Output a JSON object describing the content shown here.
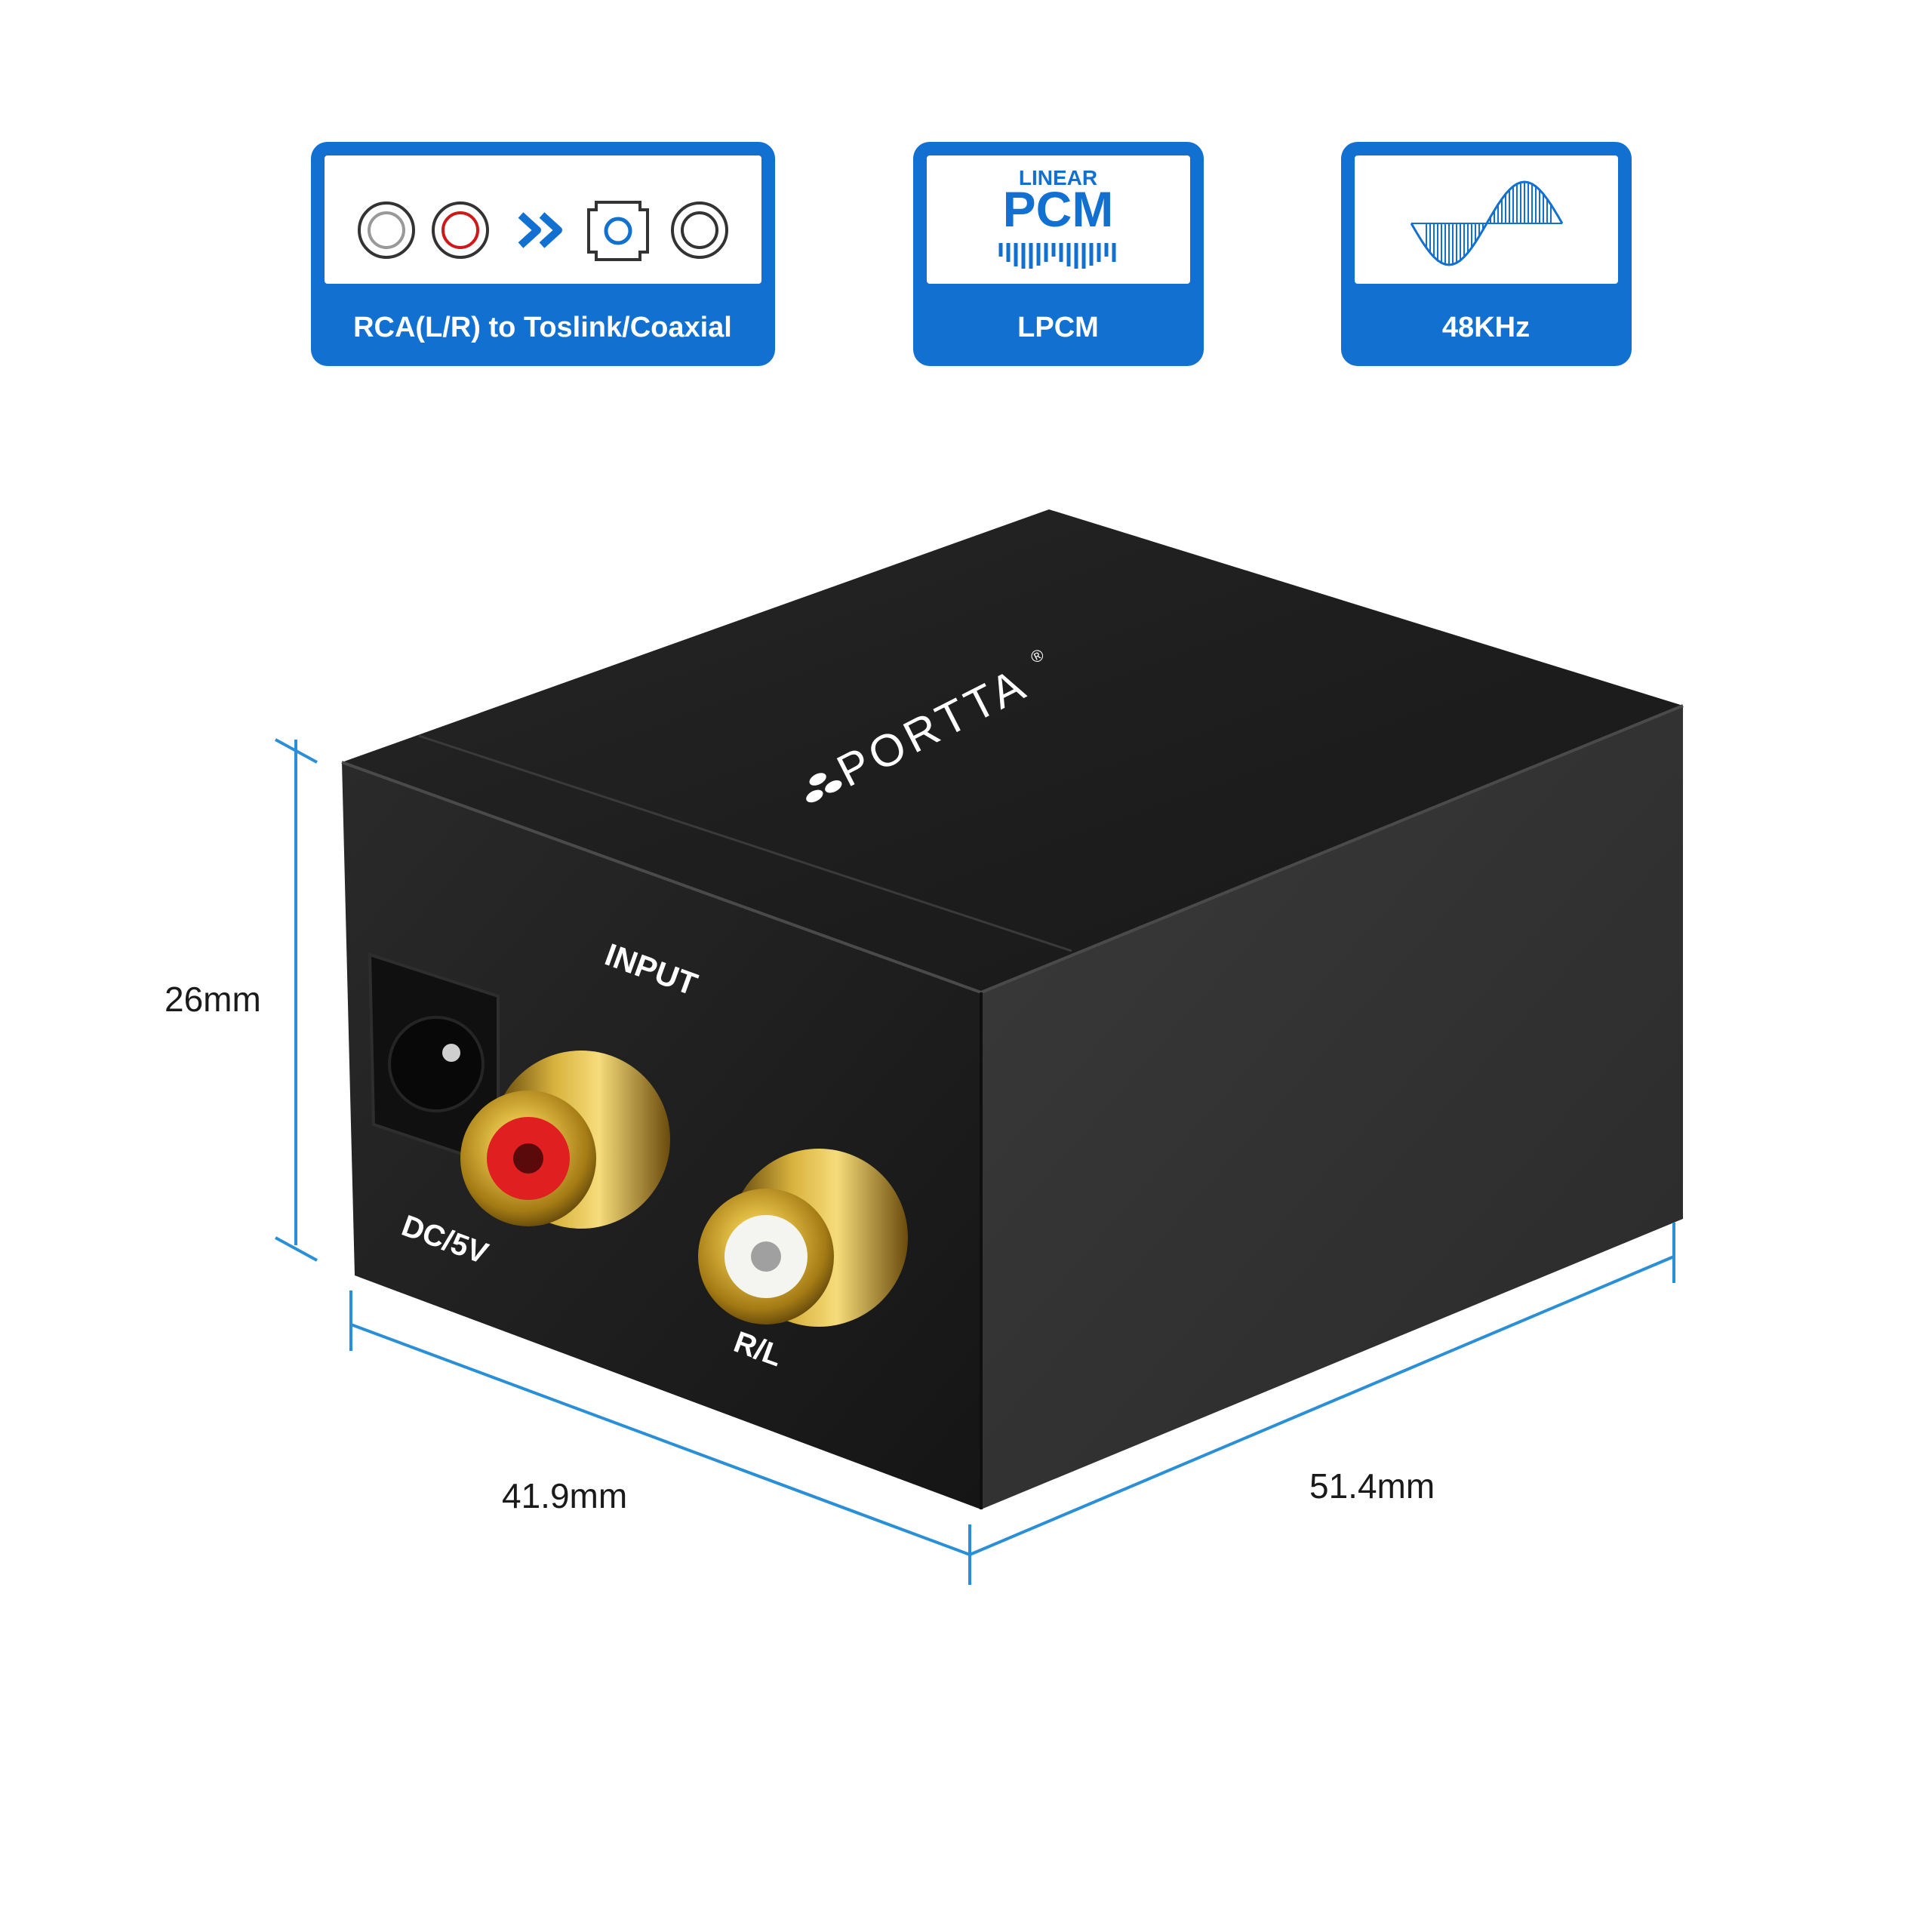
{
  "features": [
    {
      "label": "RCA(L/R) to Toslink/Coaxial",
      "icon": "rca-to-optical-coaxial-icon"
    },
    {
      "label": "LPCM",
      "icon": "linear-pcm-icon",
      "icon_text_top": "LINEAR",
      "icon_text_main": "PCM"
    },
    {
      "label": "48KHz",
      "icon": "sine-wave-sample-icon"
    }
  ],
  "product": {
    "brand": "PORTTA",
    "registered_mark": "®",
    "ports": {
      "input_label": "INPUT",
      "power_label": "DC/5V",
      "channel_label": "R/L"
    }
  },
  "dimensions": {
    "height": "26mm",
    "depth": "41.9mm",
    "width": "51.4mm"
  },
  "colors": {
    "accent_blue": "#1170d0",
    "dimension_line": "#2a8fd6",
    "body_black": "#1c1c1c",
    "gold": "#c9a233",
    "rca_red": "#e02020",
    "rca_white": "#f4f4f0"
  }
}
